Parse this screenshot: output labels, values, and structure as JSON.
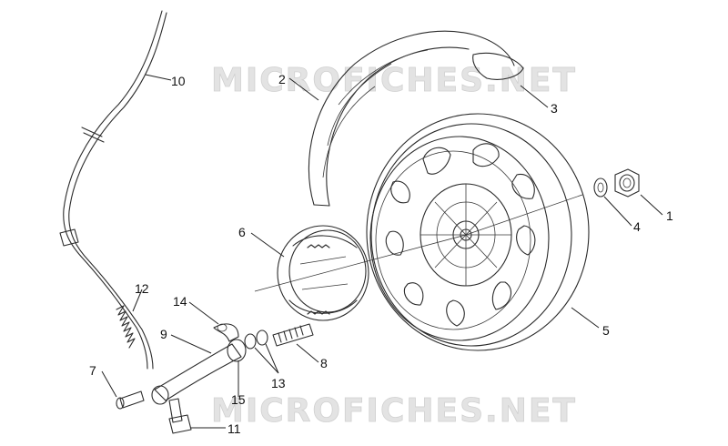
{
  "watermarks": [
    "MICROFICHES.NET",
    "MICROFICHES.NET"
  ],
  "callouts": [
    {
      "id": "1",
      "label": "1"
    },
    {
      "id": "2",
      "label": "2"
    },
    {
      "id": "3",
      "label": "3"
    },
    {
      "id": "4",
      "label": "4"
    },
    {
      "id": "5",
      "label": "5"
    },
    {
      "id": "6",
      "label": "6"
    },
    {
      "id": "7",
      "label": "7"
    },
    {
      "id": "8",
      "label": "8"
    },
    {
      "id": "9",
      "label": "9"
    },
    {
      "id": "10",
      "label": "10"
    },
    {
      "id": "11",
      "label": "11"
    },
    {
      "id": "12",
      "label": "12"
    },
    {
      "id": "13",
      "label": "13"
    },
    {
      "id": "14",
      "label": "14"
    },
    {
      "id": "15",
      "label": "15"
    }
  ],
  "colors": {
    "line": "#2b2b2b",
    "watermark": "#e3e3e3",
    "background": "#ffffff"
  }
}
